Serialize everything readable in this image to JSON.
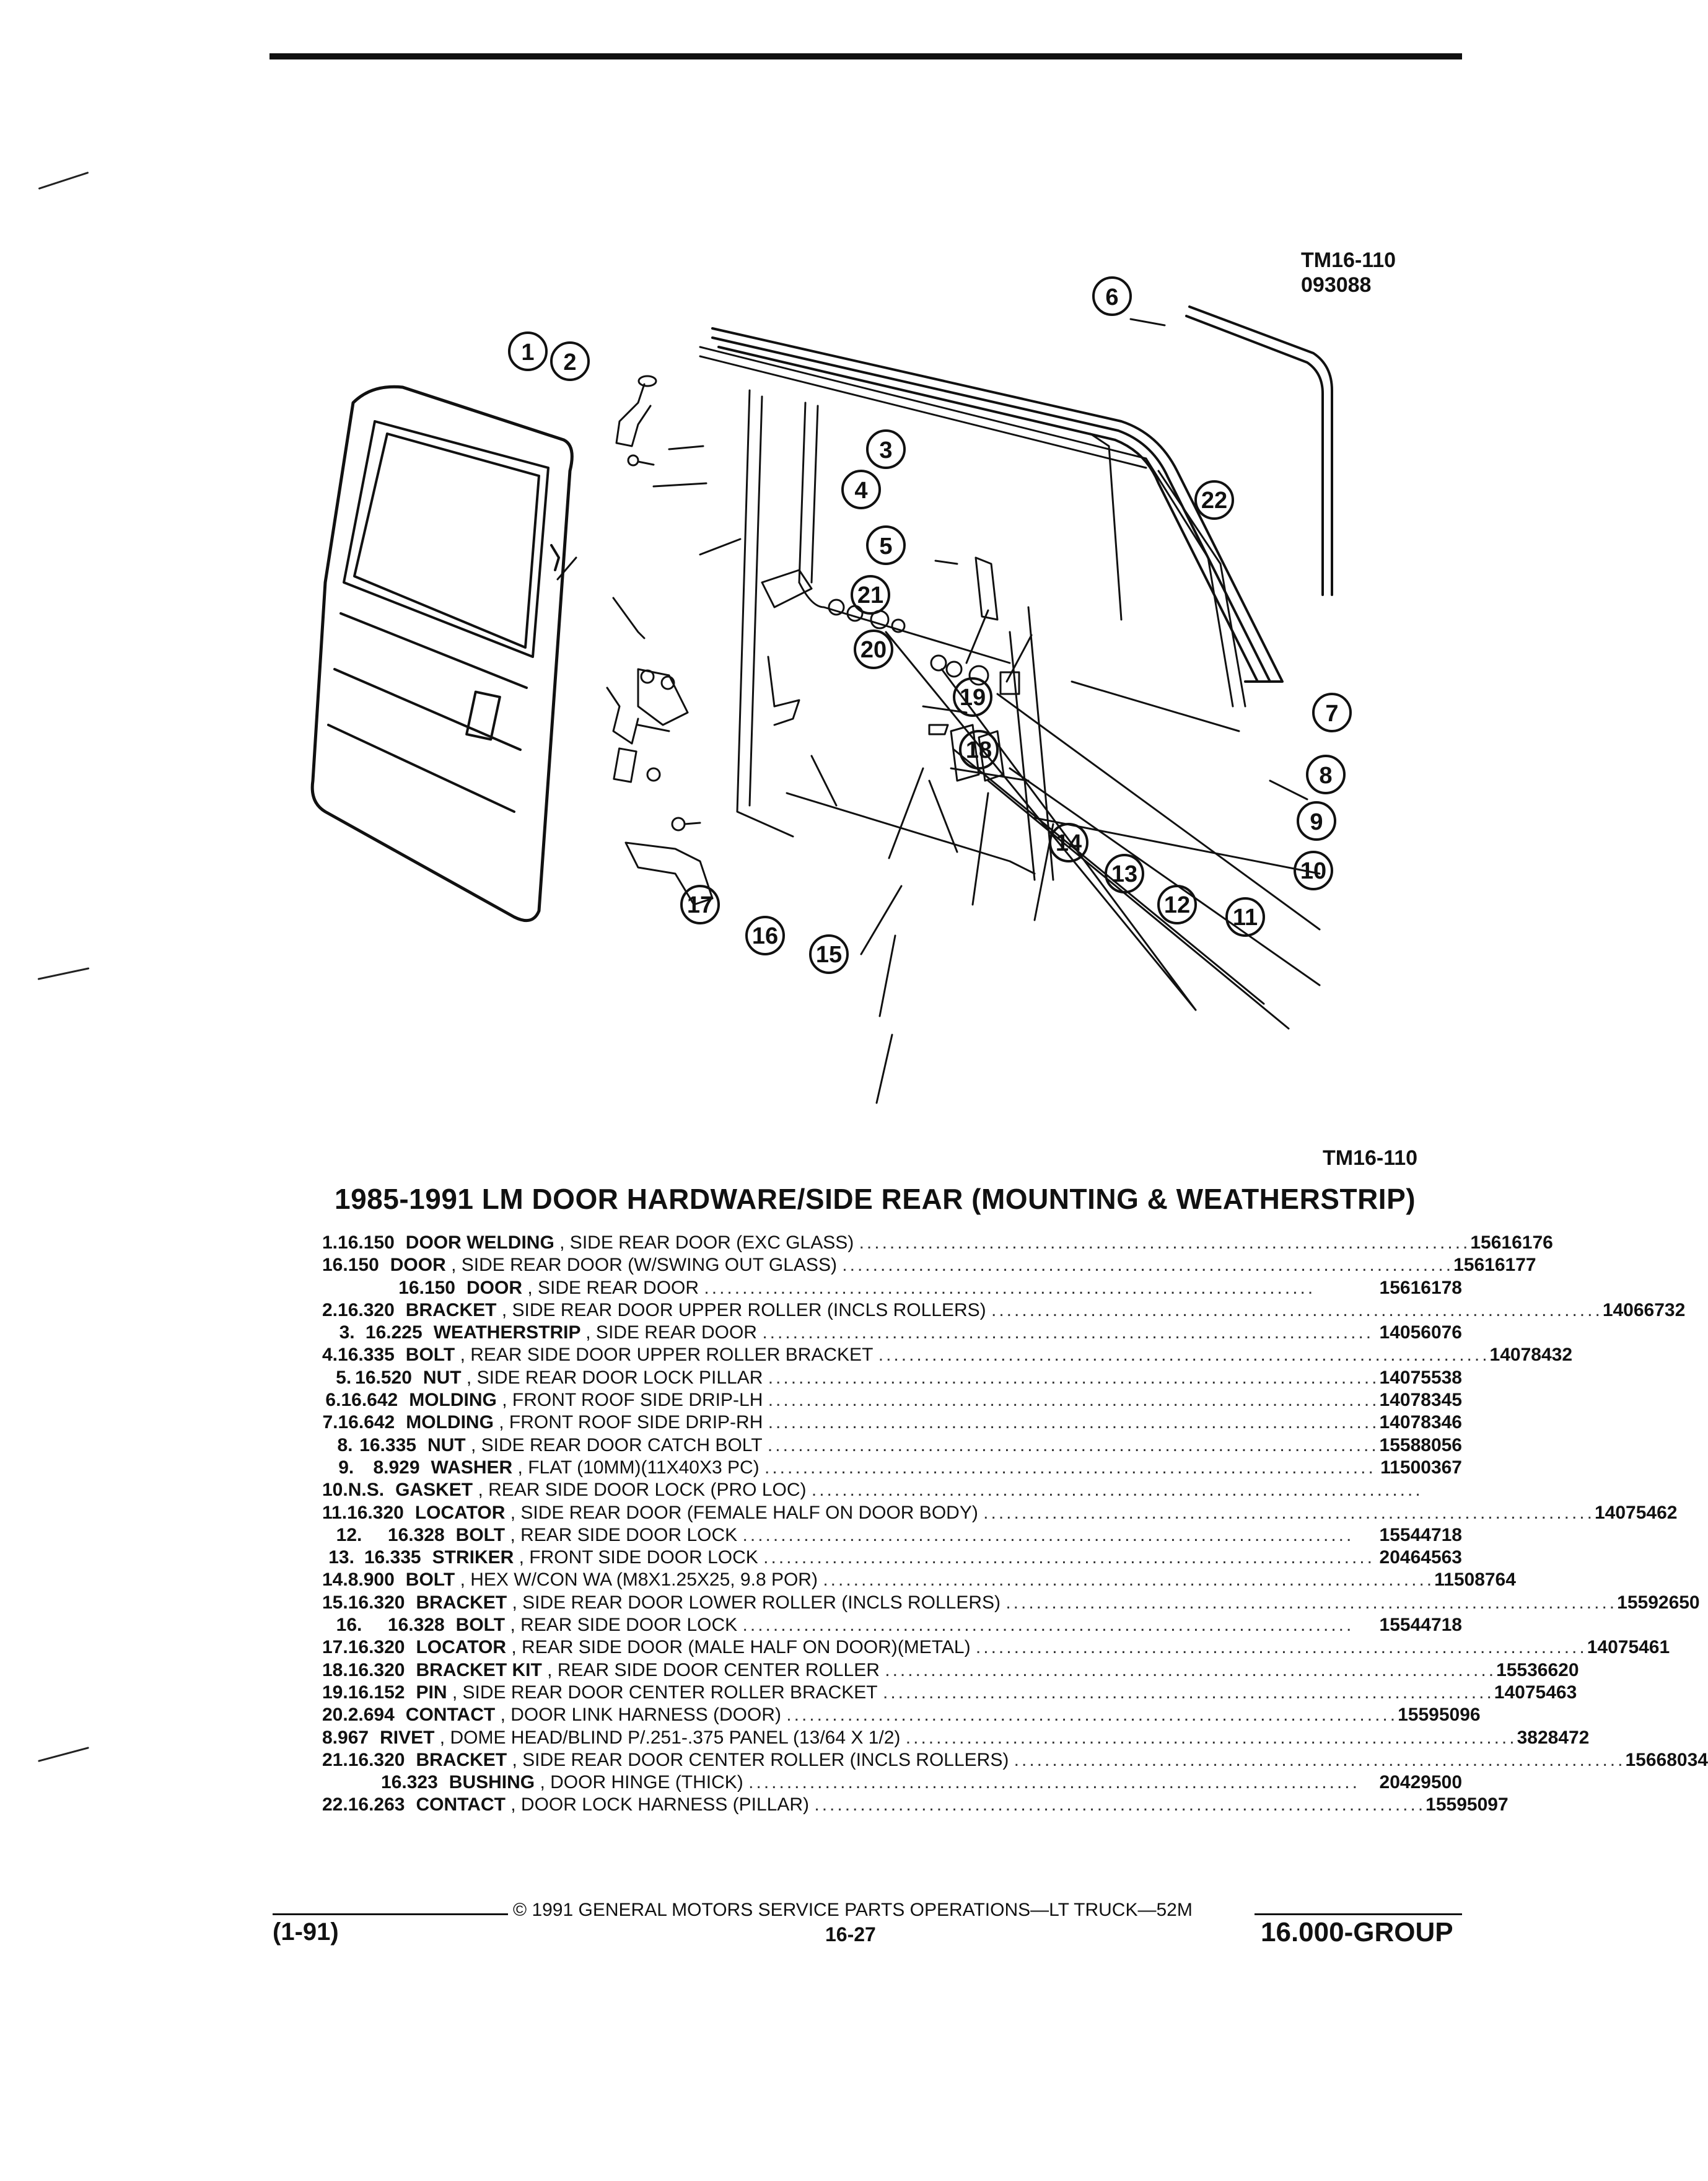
{
  "figure": {
    "id": "TM16-110",
    "code": "093088",
    "callouts": [
      "1",
      "2",
      "3",
      "4",
      "5",
      "6",
      "7",
      "8",
      "9",
      "10",
      "11",
      "12",
      "13",
      "14",
      "15",
      "16",
      "17",
      "18",
      "19",
      "20",
      "21",
      "22"
    ]
  },
  "section": {
    "figure_ref": "TM16-110",
    "title": "1985-1991 LM DOOR HARDWARE/SIDE REAR (MOUNTING & WEATHERSTRIP)"
  },
  "parts": [
    {
      "num": "1.",
      "grp": "16.150",
      "name": "DOOR WELDING",
      "desc": ", SIDE REAR DOOR (EXC GLASS)",
      "part": "15616176"
    },
    {
      "num": "",
      "grp": "16.150",
      "name": "DOOR",
      "desc": ", SIDE REAR DOOR (W/SWING OUT GLASS)",
      "part": "15616177"
    },
    {
      "num": "",
      "grp": "16.150",
      "name": "DOOR",
      "desc": ", SIDE REAR DOOR",
      "part": "15616178"
    },
    {
      "num": "2.",
      "grp": "16.320",
      "name": "BRACKET",
      "desc": ", SIDE REAR DOOR UPPER ROLLER (INCLS ROLLERS)",
      "part": "14066732"
    },
    {
      "num": "3.",
      "grp": "16.225",
      "name": "WEATHERSTRIP",
      "desc": ", SIDE REAR DOOR",
      "part": "14056076"
    },
    {
      "num": "4.",
      "grp": "16.335",
      "name": "BOLT",
      "desc": ", REAR SIDE DOOR UPPER ROLLER BRACKET",
      "part": "14078432"
    },
    {
      "num": "5.",
      "grp": "16.520",
      "name": "NUT",
      "desc": ", SIDE REAR DOOR LOCK PILLAR",
      "part": "14075538"
    },
    {
      "num": "6.",
      "grp": "16.642",
      "name": "MOLDING",
      "desc": ", FRONT ROOF SIDE DRIP-LH",
      "part": "14078345"
    },
    {
      "num": "7.",
      "grp": "16.642",
      "name": "MOLDING",
      "desc": ", FRONT ROOF SIDE DRIP-RH",
      "part": "14078346"
    },
    {
      "num": "8.",
      "grp": "16.335",
      "name": "NUT",
      "desc": ", SIDE REAR DOOR CATCH BOLT",
      "part": "15588056"
    },
    {
      "num": "9.",
      "grp": "8.929",
      "name": "WASHER",
      "desc": ", FLAT (10MM)(11X40X3 PC)",
      "part": "11500367"
    },
    {
      "num": "10.",
      "grp": "N.S.",
      "name": "GASKET",
      "desc": ", REAR SIDE DOOR LOCK (PRO LOC)",
      "part": ""
    },
    {
      "num": "11.",
      "grp": "16.320",
      "name": "LOCATOR",
      "desc": ", SIDE REAR DOOR (FEMALE HALF ON DOOR BODY)",
      "part": "14075462"
    },
    {
      "num": "12.",
      "grp": "16.328",
      "name": "BOLT",
      "desc": ", REAR SIDE DOOR LOCK",
      "part": "15544718"
    },
    {
      "num": "13.",
      "grp": "16.335",
      "name": "STRIKER",
      "desc": ", FRONT SIDE DOOR LOCK",
      "part": "20464563"
    },
    {
      "num": "14.",
      "grp": "8.900",
      "name": "BOLT",
      "desc": ", HEX W/CON WA (M8X1.25X25, 9.8 POR)",
      "part": "11508764"
    },
    {
      "num": "15.",
      "grp": "16.320",
      "name": "BRACKET",
      "desc": ", SIDE REAR DOOR LOWER ROLLER (INCLS ROLLERS)",
      "part": "15592650"
    },
    {
      "num": "16.",
      "grp": "16.328",
      "name": "BOLT",
      "desc": ", REAR SIDE DOOR LOCK",
      "part": "15544718"
    },
    {
      "num": "17.",
      "grp": "16.320",
      "name": "LOCATOR",
      "desc": ", REAR SIDE DOOR (MALE HALF ON DOOR)(METAL)",
      "part": "14075461"
    },
    {
      "num": "18.",
      "grp": "16.320",
      "name": "BRACKET KIT",
      "desc": ", REAR SIDE DOOR CENTER ROLLER",
      "part": "15536620"
    },
    {
      "num": "19.",
      "grp": "16.152",
      "name": "PIN",
      "desc": ", SIDE REAR DOOR CENTER ROLLER BRACKET",
      "part": "14075463"
    },
    {
      "num": "20.",
      "grp": "2.694",
      "name": "CONTACT",
      "desc": ", DOOR LINK HARNESS (DOOR)",
      "part": "15595096"
    },
    {
      "num": "",
      "grp": "8.967",
      "name": "RIVET",
      "desc": ", DOME HEAD/BLIND P/.251-.375 PANEL (13/64 X 1/2)",
      "part": "3828472"
    },
    {
      "num": "21.",
      "grp": "16.320",
      "name": "BRACKET",
      "desc": ", SIDE REAR DOOR CENTER ROLLER (INCLS ROLLERS)",
      "part": "15668034"
    },
    {
      "num": "",
      "grp": "16.323",
      "name": "BUSHING",
      "desc": ", DOOR HINGE (THICK)",
      "part": "20429500"
    },
    {
      "num": "22.",
      "grp": "16.263",
      "name": "CONTACT",
      "desc": ", DOOR LOCK HARNESS (PILLAR)",
      "part": "15595097"
    }
  ],
  "footer": {
    "copyright": "© 1991 GENERAL MOTORS SERVICE PARTS OPERATIONS—LT TRUCK—52M",
    "date": "(1-91)",
    "page": "16-27",
    "group": "16.000-GROUP"
  }
}
